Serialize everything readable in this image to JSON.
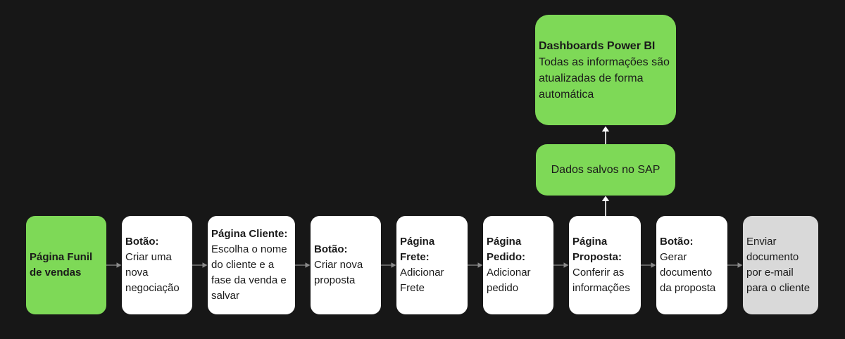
{
  "canvas": {
    "background": "#171717"
  },
  "colors": {
    "node_green": "#7ED957",
    "node_white": "#ffffff",
    "node_gray": "#D9D9D9",
    "arrow_gray": "#8a8a8a",
    "arrow_white": "#ffffff",
    "text": "#1a1a1a"
  },
  "powerbi": {
    "title": "Dashboards Power BI",
    "desc": "Todas as informações são atualizadas de forma automática"
  },
  "sap": {
    "label": "Dados salvos no SAP"
  },
  "flow": {
    "steps": [
      {
        "title": "Página Funil de vendas",
        "desc": ""
      },
      {
        "title": "Botão:",
        "desc": "Criar uma nova negociação"
      },
      {
        "title": "Página Cliente:",
        "desc": "Escolha o nome do cliente e a fase da venda e salvar"
      },
      {
        "title": "Botão:",
        "desc": "Criar nova proposta"
      },
      {
        "title": "Página Frete:",
        "desc": "Adicionar Frete"
      },
      {
        "title": "Página Pedido:",
        "desc": "Adicionar pedido"
      },
      {
        "title": "Página Proposta:",
        "desc": "Conferir as informações"
      },
      {
        "title": "Botão:",
        "desc": "Gerar documento da proposta"
      },
      {
        "title": "",
        "desc": "Enviar documento por e-mail para o cliente"
      }
    ]
  }
}
